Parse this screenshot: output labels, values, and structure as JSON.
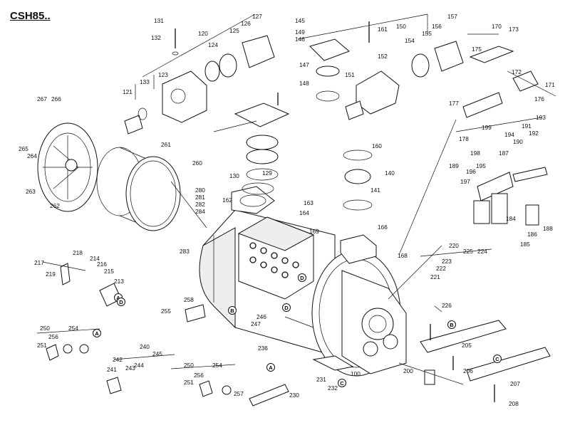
{
  "title": "CSH85..",
  "labels": [
    "100",
    "120",
    "121",
    "123",
    "124",
    "125",
    "126",
    "127",
    "129",
    "130",
    "131",
    "132",
    "133",
    "140",
    "141",
    "145",
    "146",
    "147",
    "148",
    "149",
    "150",
    "151",
    "152",
    "154",
    "155",
    "156",
    "157",
    "160",
    "161",
    "162",
    "163",
    "164",
    "166",
    "168",
    "169",
    "170",
    "171",
    "172",
    "173",
    "175",
    "176",
    "177",
    "178",
    "184",
    "185",
    "186",
    "187",
    "188",
    "189",
    "190",
    "191",
    "192",
    "193",
    "194",
    "195",
    "196",
    "197",
    "198",
    "199",
    "200",
    "205",
    "206",
    "207",
    "208",
    "213",
    "214",
    "215",
    "216",
    "217",
    "218",
    "219",
    "220",
    "221",
    "222",
    "223",
    "224",
    "225",
    "226",
    "230",
    "231",
    "232",
    "236",
    "240",
    "241",
    "242",
    "243",
    "244",
    "245",
    "246",
    "247",
    "250",
    "251",
    "254",
    "255",
    "256",
    "257",
    "258",
    "260",
    "261",
    "262",
    "263",
    "264",
    "265",
    "266",
    "267",
    "280",
    "281",
    "282",
    "283",
    "284"
  ],
  "markers": [
    "A",
    "B",
    "C",
    "D"
  ]
}
